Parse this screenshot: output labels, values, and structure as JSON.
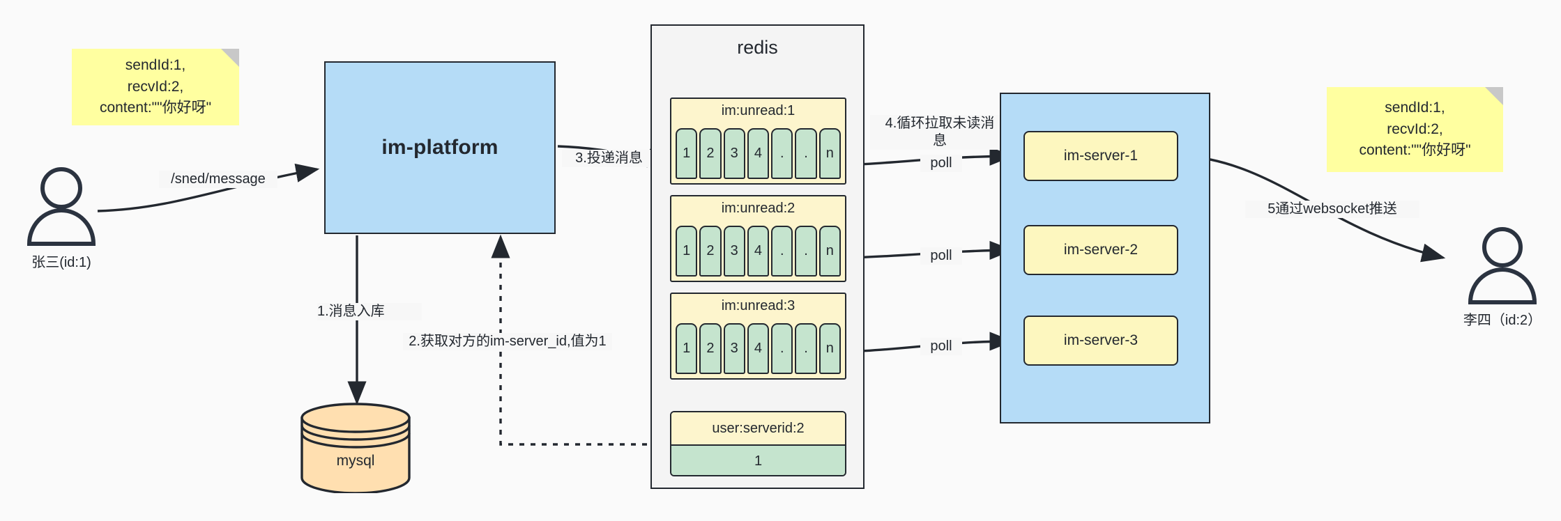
{
  "diagram": {
    "title": "IM message delivery architecture",
    "colors": {
      "background": "#fafafa",
      "sticky": "#ffffa0",
      "blue_node": "#b5dcf7",
      "redis_container": "#f4f4f4",
      "queue_key": "#fdf5cd",
      "queue_cell": "#c5e4ce",
      "server_node": "#fdf7bf",
      "mysql": "#ffdfb0",
      "stroke": "#23282f"
    }
  },
  "actors": {
    "left": {
      "name": "张三(id:1)",
      "icon": "user-icon"
    },
    "right": {
      "name": "李四（id:2）",
      "icon": "user-icon"
    }
  },
  "sticky_notes": {
    "left": {
      "text": "sendId:1,\nrecvId:2,\ncontent:\"\"你好呀\""
    },
    "right": {
      "text": "sendId:1,\nrecvId:2,\ncontent:\"\"你好呀\""
    }
  },
  "nodes": {
    "im_platform": {
      "label": "im-platform"
    },
    "mysql": {
      "label": "mysql"
    },
    "redis": {
      "title": "redis"
    },
    "server_cluster": {
      "servers": [
        {
          "label": "im-server-1"
        },
        {
          "label": "im-server-2"
        },
        {
          "label": "im-server-3"
        }
      ]
    }
  },
  "redis_keys": [
    {
      "key": "im:unread:1",
      "cells": [
        "1",
        "2",
        "3",
        "4",
        ".",
        ".",
        "n"
      ]
    },
    {
      "key": "im:unread:2",
      "cells": [
        "1",
        "2",
        "3",
        "4",
        ".",
        ".",
        "n"
      ]
    },
    {
      "key": "im:unread:3",
      "cells": [
        "1",
        "2",
        "3",
        "4",
        ".",
        ".",
        "n"
      ]
    }
  ],
  "redis_kv": {
    "key": "user:serverid:2",
    "value": "1"
  },
  "edge_labels": {
    "send_message": "/sned/message",
    "step1": "1.消息入库",
    "step2": "2.获取对方的im-server_id,值为1",
    "step3": "3.投递消息",
    "step4": "4.循环拉取未读消\n息",
    "step5": "5通过websocket推送",
    "poll1": "poll",
    "poll2": "poll",
    "poll3": "poll"
  }
}
